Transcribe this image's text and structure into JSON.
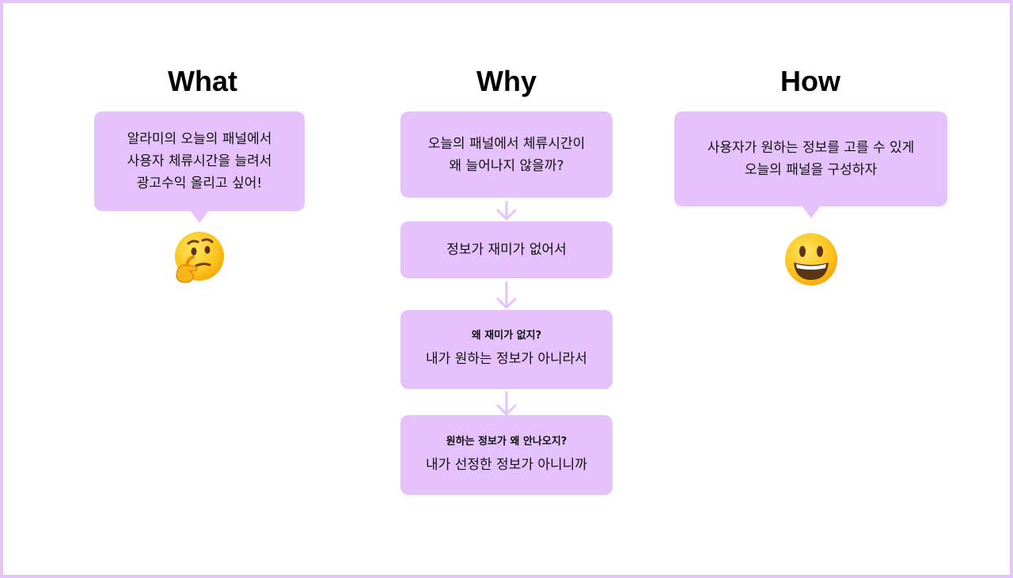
{
  "columns": {
    "what": {
      "heading": "What",
      "bubble": "알라미의 오늘의 패널에서\n사용자 체류시간을 늘려서\n광고수익 올리고 싶어!",
      "emoji": "thinking-face-icon"
    },
    "why": {
      "heading": "Why",
      "steps": [
        {
          "question": "",
          "answer": "오늘의 패널에서 체류시간이\n왜 늘어나지 않을까?"
        },
        {
          "question": "",
          "answer": "정보가 재미가 없어서"
        },
        {
          "question": "왜 재미가 없지?",
          "answer": "내가 원하는 정보가 아니라서"
        },
        {
          "question": "원하는 정보가 왜 안나오지?",
          "answer": "내가 선정한 정보가 아니니까"
        }
      ]
    },
    "how": {
      "heading": "How",
      "bubble": "사용자가 원하는 정보를 고를 수 있게\n오늘의 패널을 구성하자",
      "emoji": "grinning-face-icon"
    }
  },
  "colors": {
    "box": "#e6c2fc",
    "arrow": "#e6c2fc",
    "border": "#e3c6f5"
  }
}
